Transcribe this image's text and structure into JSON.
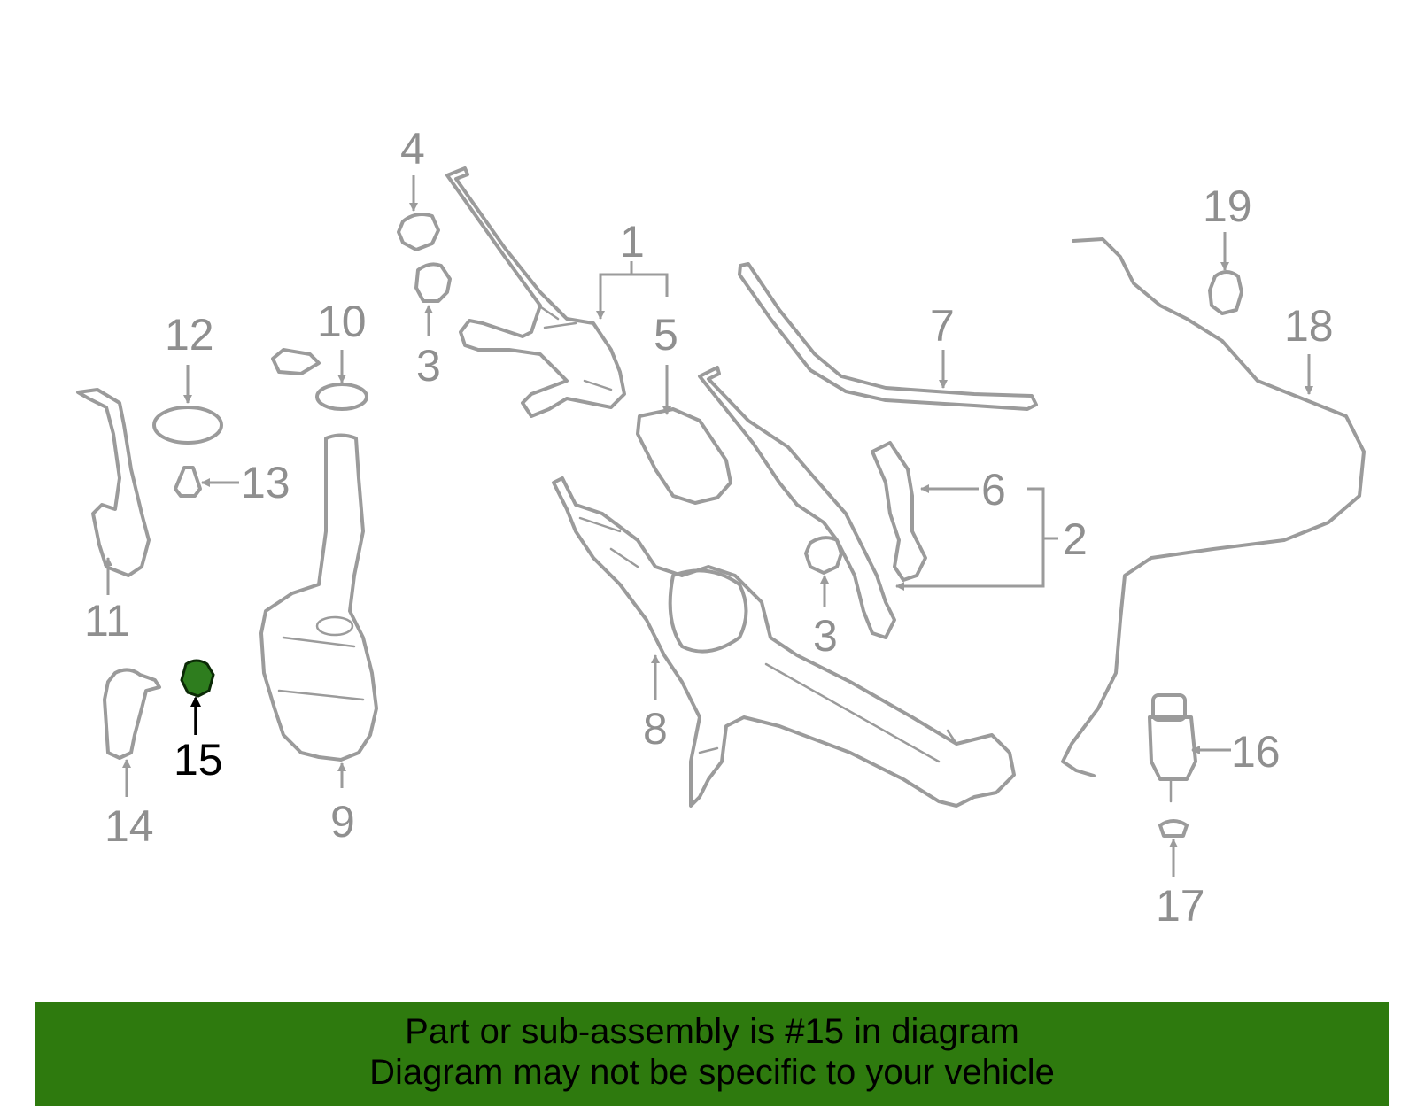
{
  "callouts": {
    "c1": "1",
    "c2": "2",
    "c3a": "3",
    "c3b": "3",
    "c4": "4",
    "c5": "5",
    "c6": "6",
    "c7": "7",
    "c8": "8",
    "c9": "9",
    "c10": "10",
    "c11": "11",
    "c12": "12",
    "c13": "13",
    "c14": "14",
    "c15": "15",
    "c16": "16",
    "c17": "17",
    "c18": "18",
    "c19": "19"
  },
  "highlight": {
    "part_number": "15",
    "color": "#2e7d1e"
  },
  "banner": {
    "line1": "Part or sub-assembly is #15 in diagram",
    "line2": "Diagram may not be specific to your vehicle",
    "background": "#2e7a0e"
  },
  "colors": {
    "line_art": "#9b9b9b",
    "callout_text": "#8f8f8f",
    "highlight_text": "#000000"
  }
}
